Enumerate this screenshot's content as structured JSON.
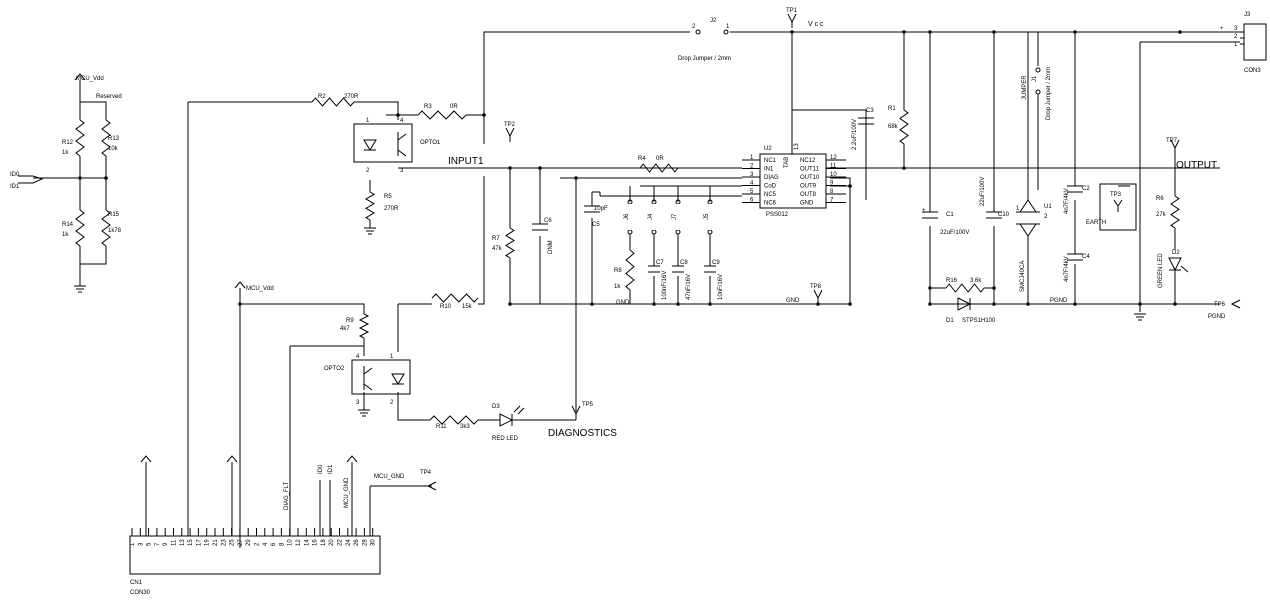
{
  "nets": {
    "mcu_vdd": "MCU_Vdd",
    "reserved": "Reserved",
    "vcc": "V c c",
    "input1": "INPUT1",
    "output": "OUTPUT",
    "gnd": "GND",
    "pgnd": "PGND",
    "earth": "EARTH",
    "diagnostics": "DIAGNOSTICS",
    "diag_flt": "DIAG_FLT",
    "mcu_gnd": "MCU_GND",
    "id0": "ID0",
    "id1": "ID1",
    "plus": "+"
  },
  "parts": {
    "r12": {
      "ref": "R12",
      "value": "1k"
    },
    "r13": {
      "ref": "R13",
      "value": "10k"
    },
    "r14": {
      "ref": "R14",
      "value": "1k"
    },
    "r15": {
      "ref": "R15",
      "value": "1k78"
    },
    "r2": {
      "ref": "R2",
      "value": "270R"
    },
    "r3": {
      "ref": "R3",
      "value": "0R"
    },
    "r4": {
      "ref": "R4",
      "value": "0R"
    },
    "r5": {
      "ref": "R5",
      "value": "270R"
    },
    "r7": {
      "ref": "R7",
      "value": "47k"
    },
    "r8": {
      "ref": "R8",
      "value": "1k"
    },
    "r9": {
      "ref": "R9",
      "value": "4k7"
    },
    "r10": {
      "ref": "R10",
      "value": "15k"
    },
    "r11": {
      "ref": "R11",
      "value": "3k3"
    },
    "r1": {
      "ref": "R1",
      "value": "68k"
    },
    "r16": {
      "ref": "R16",
      "value": "3.6k"
    },
    "r6": {
      "ref": "R6",
      "value": "27k"
    },
    "c1": {
      "ref": "C1",
      "value": "22uF/100V"
    },
    "c2": {
      "ref": "C2",
      "value": "4n7F/4kV"
    },
    "c3": {
      "ref": "C3",
      "value": "2.2uF/100V"
    },
    "c4": {
      "ref": "C4",
      "value": "4n7F/4kV"
    },
    "c5": {
      "ref": "C5",
      "value": "10pF"
    },
    "c6": {
      "ref": "C6",
      "value": "DNM"
    },
    "c7": {
      "ref": "C7",
      "value": "100nF/16V"
    },
    "c8": {
      "ref": "C8",
      "value": "47nF/16V"
    },
    "c9": {
      "ref": "C9",
      "value": "10nF/16V"
    },
    "c10": {
      "ref": "C10",
      "value": "22uF/100V"
    },
    "d1": {
      "ref": "D1",
      "value": "STPS1H100"
    },
    "d2": {
      "ref": "D2",
      "value": "GREEN LED"
    },
    "d3": {
      "ref": "D3",
      "value": "RED LED"
    },
    "u1": {
      "ref": "U1",
      "value": "SMCJ40CA"
    },
    "u2": {
      "ref": "U2",
      "value": "PSS012"
    },
    "opto1": {
      "ref": "OPTO1"
    },
    "opto2": {
      "ref": "OPTO2"
    },
    "j1": {
      "ref": "J1",
      "label1": "JUMPER",
      "label2": "Drop  Jumper / 2mm"
    },
    "j2": {
      "ref": "J2",
      "label": "Drop  Jumper / 2mm"
    },
    "j3": {
      "ref": "J3",
      "value": "CON3"
    },
    "j4": {
      "ref": "J4"
    },
    "j5": {
      "ref": "J5"
    },
    "j6": {
      "ref": "J6"
    },
    "j7": {
      "ref": "J7"
    },
    "cn1": {
      "ref": "CN1",
      "value": "CON30"
    }
  },
  "testpoints": [
    "TP1",
    "TP2",
    "TP3",
    "TP4",
    "TP5",
    "TP6",
    "TP7",
    "TP8"
  ],
  "u2_pins": {
    "left": [
      {
        "num": "1",
        "name": "NC1"
      },
      {
        "num": "2",
        "name": "IN1"
      },
      {
        "num": "3",
        "name": "DIAG"
      },
      {
        "num": "4",
        "name": "CoD"
      },
      {
        "num": "5",
        "name": "NC5"
      },
      {
        "num": "6",
        "name": "NC6"
      }
    ],
    "right": [
      {
        "num": "12",
        "name": "NC12"
      },
      {
        "num": "11",
        "name": "OUT11"
      },
      {
        "num": "10",
        "name": "OUT10"
      },
      {
        "num": "9",
        "name": "OUT9"
      },
      {
        "num": "8",
        "name": "OUT8"
      },
      {
        "num": "7",
        "name": "GND"
      }
    ],
    "tab": "TAB",
    "tab_pin": "13"
  },
  "pin_numbers": {
    "opto_1": "1",
    "opto_2": "2",
    "opto_3": "3",
    "opto_4": "4",
    "j_1": "1",
    "j_2": "2",
    "j3_1": "1",
    "j3_2": "2",
    "j3_3": "3"
  },
  "cn1_pins": [
    "1",
    "3",
    "5",
    "7",
    "9",
    "11",
    "13",
    "15",
    "17",
    "19",
    "21",
    "23",
    "25",
    "27",
    "29",
    "2",
    "4",
    "6",
    "8",
    "10",
    "12",
    "14",
    "16",
    "18",
    "20",
    "22",
    "24",
    "26",
    "28",
    "30"
  ]
}
